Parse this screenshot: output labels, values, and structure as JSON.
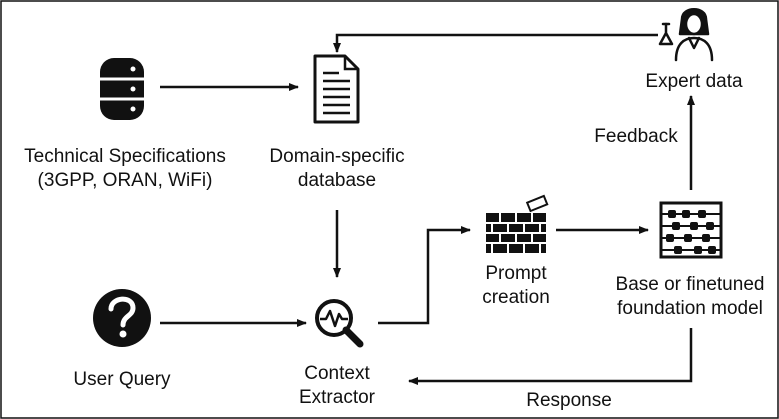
{
  "nodes": {
    "tech_specs": {
      "line1": "Technical Specifications",
      "line2": "(3GPP, ORAN, WiFi)",
      "icon": "database-icon"
    },
    "domain_db": {
      "line1": "Domain-specific",
      "line2": "database",
      "icon": "document-icon"
    },
    "expert": {
      "line1": "Expert data",
      "icon": "scientist-icon"
    },
    "user_query": {
      "line1": "User Query",
      "icon": "question-icon"
    },
    "context_extractor": {
      "line1": "Context",
      "line2": "Extractor",
      "icon": "magnifier-pulse-icon"
    },
    "prompt": {
      "line1": "Prompt",
      "line2": "creation",
      "icon": "brick-wall-icon"
    },
    "model": {
      "line1": "Base or finetuned",
      "line2": "foundation model",
      "icon": "abacus-icon"
    }
  },
  "edges": {
    "feedback": "Feedback",
    "response": "Response"
  },
  "colors": {
    "stroke": "#111111",
    "background": "#ffffff"
  }
}
